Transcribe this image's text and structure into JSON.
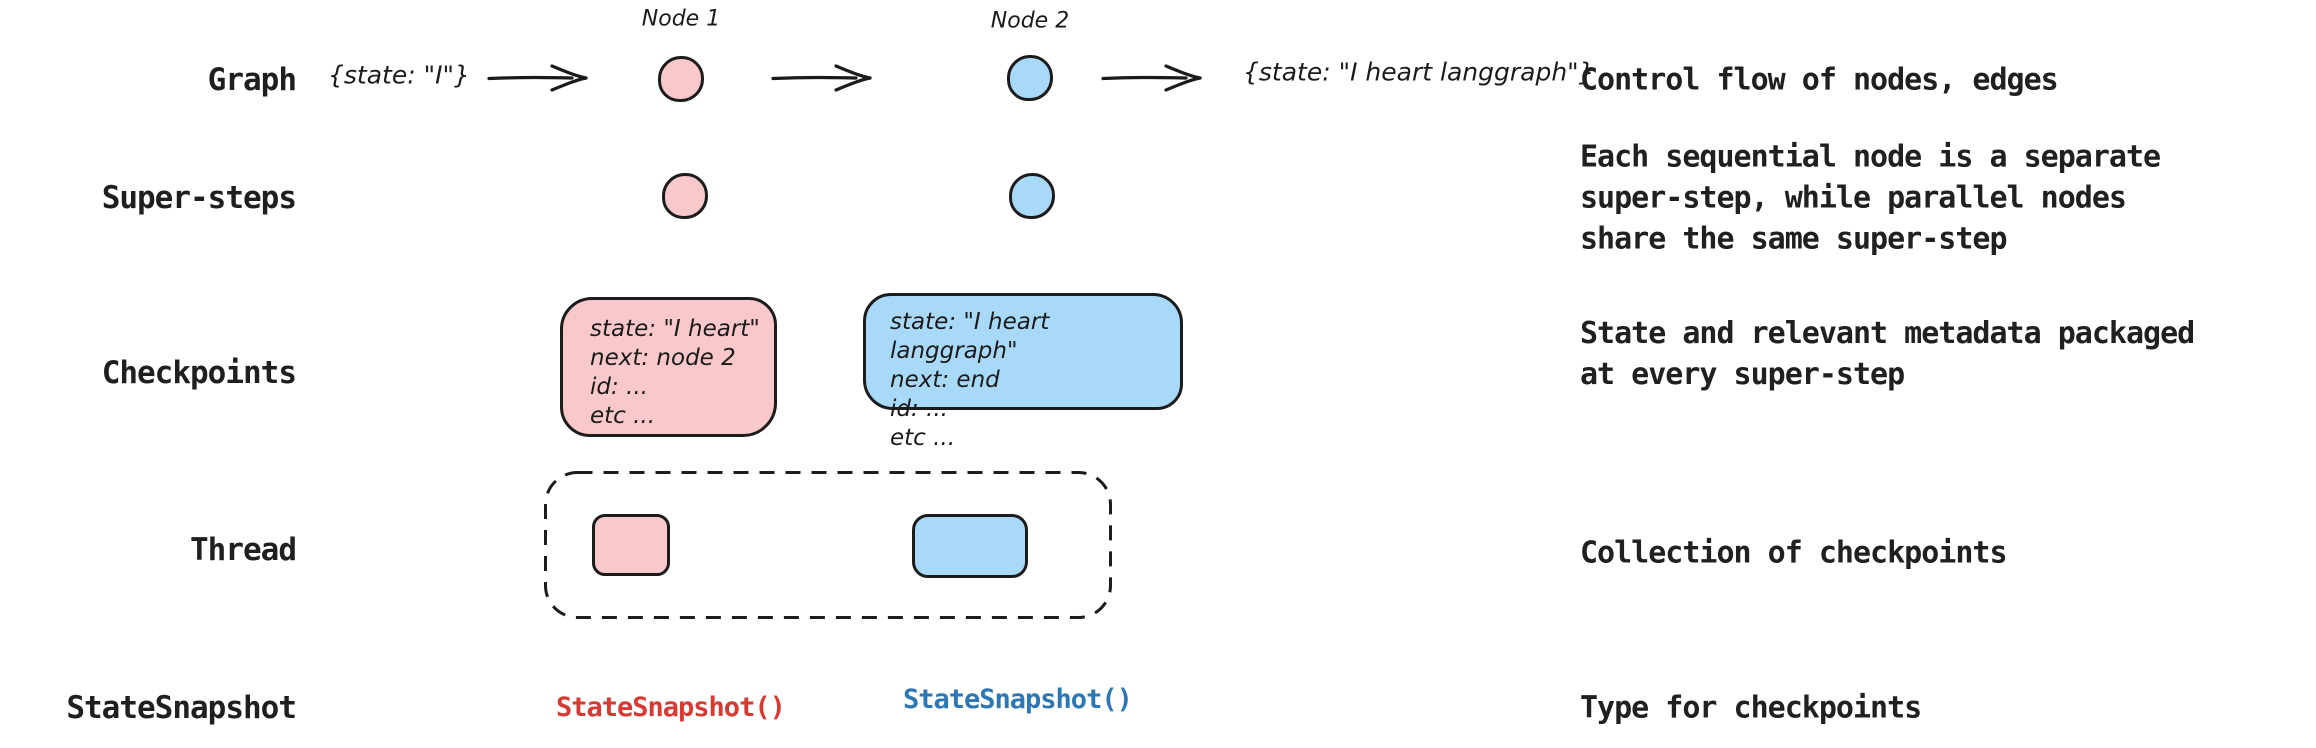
{
  "colors": {
    "ink": "#1d1d1d",
    "pink_fill": "#f9c8ca",
    "blue_fill": "#a9d9f8",
    "outline": "#1c1c1c",
    "red_code": "#d63a33",
    "blue_code": "#2e77b5"
  },
  "rows": [
    {
      "label": "Graph",
      "description": "Control flow of nodes, edges"
    },
    {
      "label": "Super-steps",
      "description": "Each sequential node is a separate\nsuper-step, while parallel nodes\nshare the same super-step"
    },
    {
      "label": "Checkpoints",
      "description": "State and relevant metadata packaged\nat every super-step"
    },
    {
      "label": "Thread",
      "description": "Collection of checkpoints"
    },
    {
      "label": "StateSnapshot",
      "description": "Type for checkpoints"
    }
  ],
  "graph_row": {
    "input_state": "{state: \"I\"}",
    "node1_label": "Node 1",
    "node2_label": "Node 2",
    "output_state": "{state: \"I heart langgraph\"}"
  },
  "checkpoints_row": {
    "checkpoint1": "state: \"I heart\"\nnext: node 2\nid: ...\netc ...",
    "checkpoint2": "state: \"I heart langgraph\"\nnext: end\nid: ...\netc ..."
  },
  "statesnapshot_row": {
    "snapshot1": "StateSnapshot()",
    "snapshot2": "StateSnapshot()"
  }
}
